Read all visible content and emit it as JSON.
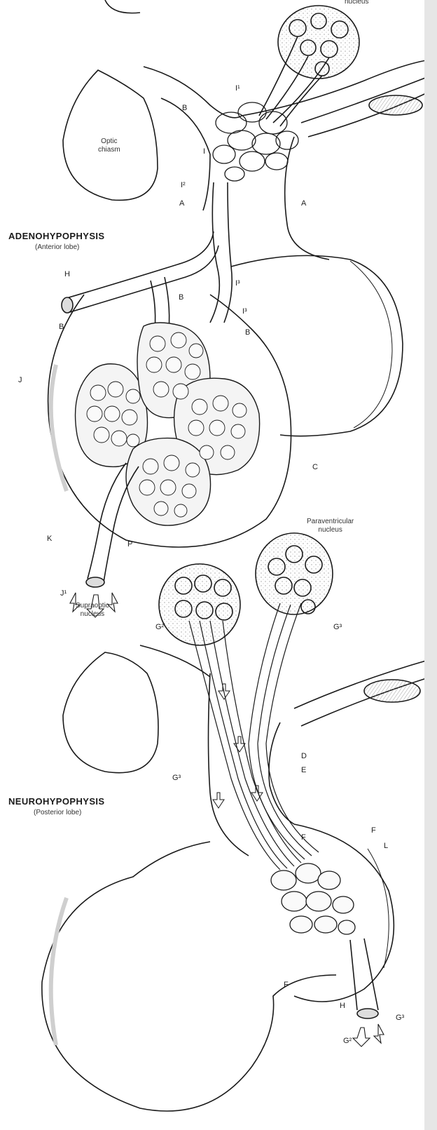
{
  "colors": {
    "ink": "#1a1a1a",
    "paper": "#ffffff",
    "shade": "#bdbdbd",
    "cell": "#f4f4f4"
  },
  "adeno": {
    "title": "ADENOHYPOPHYSIS",
    "subtitle": "(Anterior lobe)"
  },
  "neuro": {
    "title": "NEUROHYPOPHYSIS",
    "subtitle": "(Posterior lobe)"
  },
  "labels": {
    "optic_line1": "Optic",
    "optic_line2": "chiasm",
    "nucleus_top": "nucleus",
    "paraventricular_line1": "Paraventricular",
    "paraventricular_line2": "nucleus",
    "supraoptic_line1": "Supraoptic",
    "supraoptic_line2": "nucleus"
  },
  "letters": {
    "I1": "I¹",
    "I": "I",
    "I2": "I²",
    "A1": "A",
    "A2": "A",
    "H": "H",
    "B1": "B",
    "B2": "B",
    "B3": "B",
    "B4": "B",
    "I3": "I³",
    "I4": "I³",
    "J": "J",
    "C": "C",
    "K": "K",
    "P1": "P",
    "J1": "J¹",
    "G1": "G²",
    "G2": "G³",
    "D": "D",
    "E": "E",
    "G3": "G³",
    "F1": "F",
    "F2": "F",
    "L": "L",
    "F3": "F",
    "H2": "H",
    "G4": "G²",
    "G5": "G³"
  }
}
